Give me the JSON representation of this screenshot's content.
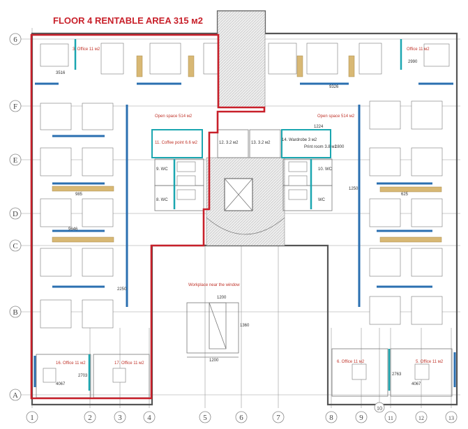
{
  "title": "FLOOR 4 RENTABLE AREA 315 м2",
  "axes": {
    "rows": [
      "6",
      "F",
      "E",
      "D",
      "C",
      "B",
      "A"
    ],
    "cols": [
      "1",
      "2",
      "3",
      "4",
      "5",
      "6",
      "7",
      "8",
      "9",
      "10",
      "11",
      "12",
      "13"
    ]
  },
  "rooms": {
    "office_3_top": "3. Office 11 м2",
    "office_2_top": "Office 11 м2",
    "open_space_left": "Open space 514 м2",
    "open_space_right": "Open space 514 м2",
    "coffee_point": "11. Coffee point 6.6 м2",
    "room_12": "12. 3.2 м2",
    "room_13": "13. 3.2 м2",
    "wardrobe": "14. Wardrobe 3 м2",
    "print_room": "Print room 3.8 м2",
    "wc_9": "9. WC",
    "wc_8": "8. WC",
    "wc_10": "10. WC",
    "wc_right": "WC",
    "office_16": "16. Office 11 м2",
    "office_17": "17. Office 11 м2",
    "office_6": "6. Office 11 м2",
    "office_5": "5. Office 11 м2",
    "workplace": "Workplace near the window"
  },
  "dimensions": {
    "d9326": "9326",
    "d1224": "1224",
    "d1800": "1800",
    "d1200a": "1200",
    "d1200b": "1200",
    "d1360": "1360",
    "d4067a": "4067",
    "d4067b": "4067",
    "d3516": "3516",
    "d2990": "2990",
    "d2703": "2703",
    "d2763": "2763",
    "d2250": "2250",
    "d1250": "1250",
    "d985": "985",
    "d625": "625",
    "d9646": "9646"
  },
  "colors": {
    "title": "#c8202a",
    "rentable_outline": "#c8202a",
    "windows": "#2a6fb0",
    "partitions": "#1ba6b0",
    "tables": "#d8b874"
  }
}
